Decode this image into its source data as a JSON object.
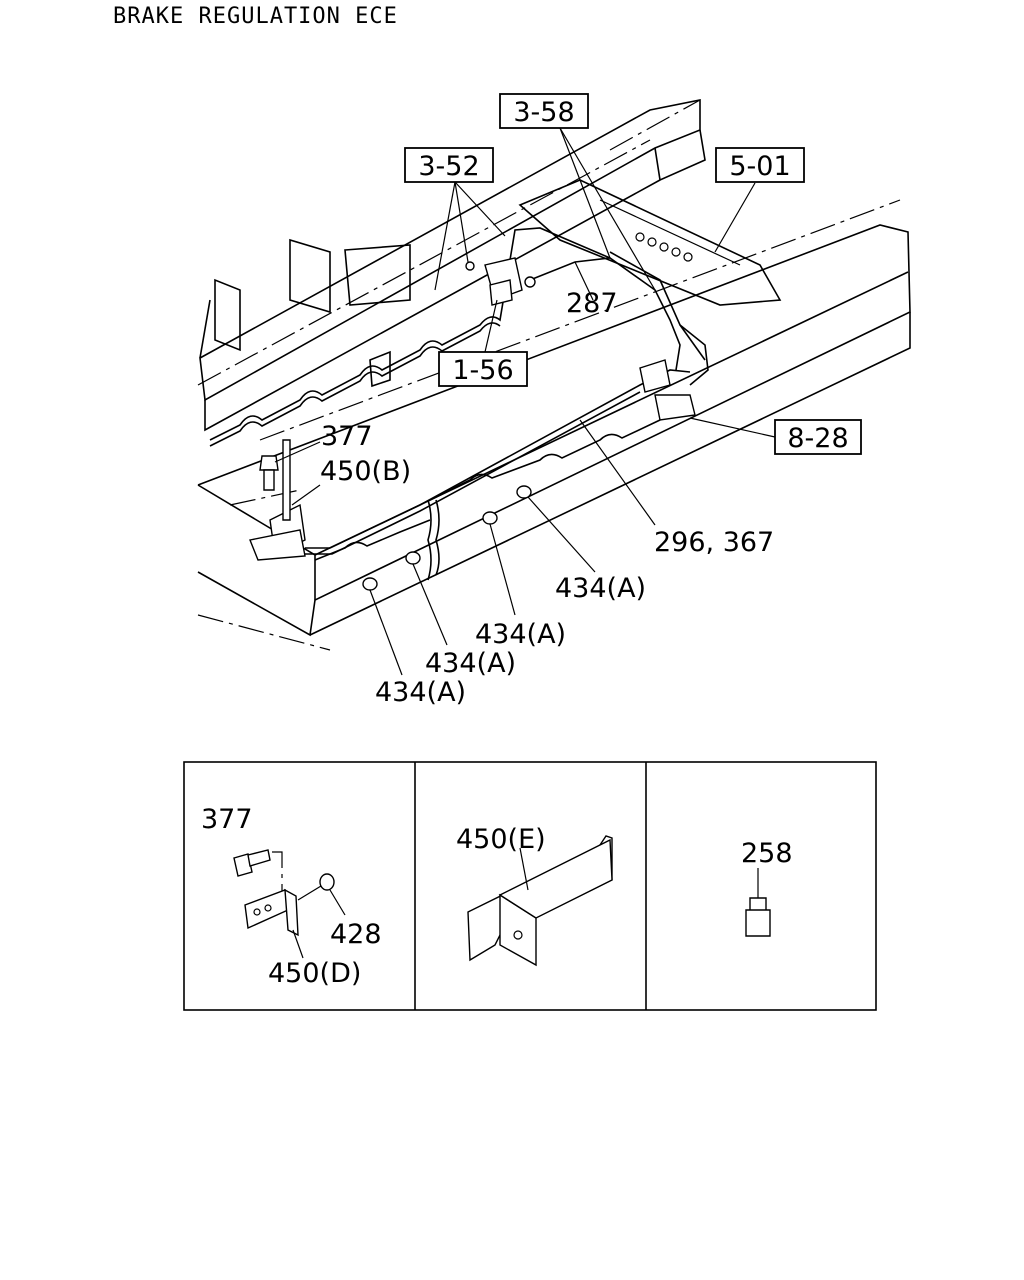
{
  "title": "BRAKE REGULATION ECE",
  "references": {
    "ref_3_58": "3-58",
    "ref_3_52": "3-52",
    "ref_5_01": "5-01",
    "ref_1_56": "1-56",
    "ref_8_28": "8-28"
  },
  "callouts": {
    "p287": "287",
    "p377": "377",
    "p450b": "450(B)",
    "p296_367": "296, 367",
    "p434a_1": "434(A)",
    "p434a_2": "434(A)",
    "p434a_3": "434(A)",
    "p434a_4": "434(A)"
  },
  "detail_panels": {
    "panel1": {
      "p377": "377",
      "p428": "428",
      "p450d": "450(D)"
    },
    "panel2": {
      "p450e": "450(E)"
    },
    "panel3": {
      "p258": "258"
    }
  }
}
